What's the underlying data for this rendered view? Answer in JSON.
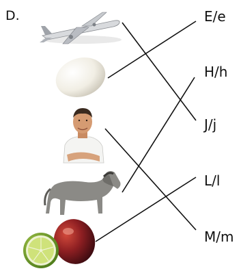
{
  "exercise": {
    "section_label": "D.",
    "pictures": [
      {
        "name": "airplane"
      },
      {
        "name": "egg"
      },
      {
        "name": "man"
      },
      {
        "name": "horse"
      },
      {
        "name": "lime"
      }
    ],
    "letters": [
      "E/e",
      "H/h",
      "J/j",
      "L/l",
      "M/m"
    ],
    "matches": [
      {
        "picture": "airplane",
        "letter": "J/j"
      },
      {
        "picture": "egg",
        "letter": "E/e"
      },
      {
        "picture": "man",
        "letter": "M/m"
      },
      {
        "picture": "horse",
        "letter": "H/h"
      },
      {
        "picture": "lime",
        "letter": "L/l"
      }
    ]
  }
}
